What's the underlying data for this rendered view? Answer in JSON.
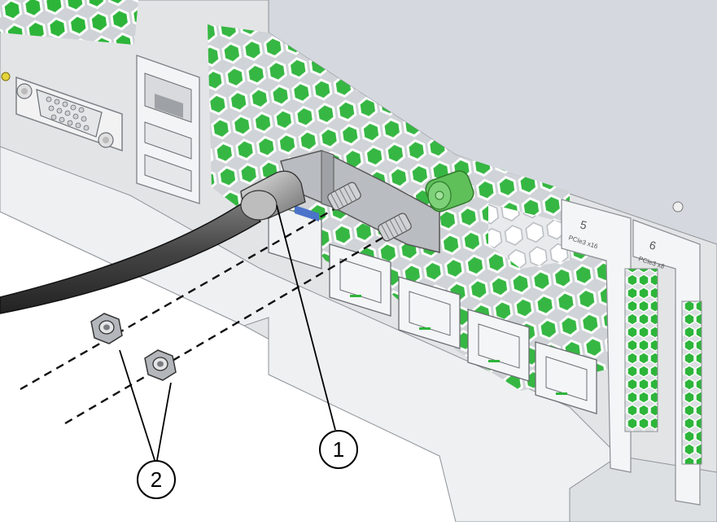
{
  "callouts": [
    {
      "id": "callout-1",
      "label": "1"
    },
    {
      "id": "callout-2",
      "label": "2"
    }
  ],
  "slots": [
    {
      "number": "5",
      "label": "PCIe3 x16"
    },
    {
      "number": "6",
      "label": "PCIe3 x8"
    }
  ],
  "colors": {
    "chassis": "#e3e4e6",
    "chassis_top": "#d5d9df",
    "vent_green": "#2db53a",
    "thumbscrew": "#5fc05a",
    "cable": "#4a4a4a",
    "bracket": "#b9bcc0"
  }
}
